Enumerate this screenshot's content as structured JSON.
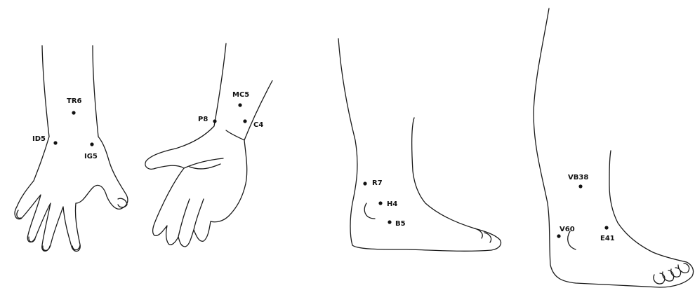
{
  "figure": {
    "panels": [
      {
        "name": "back-of-hand",
        "points": [
          {
            "id": "tr6",
            "label": "TR6"
          },
          {
            "id": "id5",
            "label": "ID5"
          },
          {
            "id": "ig5",
            "label": "IG5"
          }
        ]
      },
      {
        "name": "palm-of-hand",
        "points": [
          {
            "id": "mc5",
            "label": "MC5"
          },
          {
            "id": "p8",
            "label": "P8"
          },
          {
            "id": "c4",
            "label": "C4"
          }
        ]
      },
      {
        "name": "medial-foot",
        "points": [
          {
            "id": "r7",
            "label": "R7"
          },
          {
            "id": "h4",
            "label": "H4"
          },
          {
            "id": "b5",
            "label": "B5"
          }
        ]
      },
      {
        "name": "lateral-foot",
        "points": [
          {
            "id": "vb38",
            "label": "VB38"
          },
          {
            "id": "v60",
            "label": "V60"
          },
          {
            "id": "e41",
            "label": "E41"
          }
        ]
      }
    ]
  }
}
